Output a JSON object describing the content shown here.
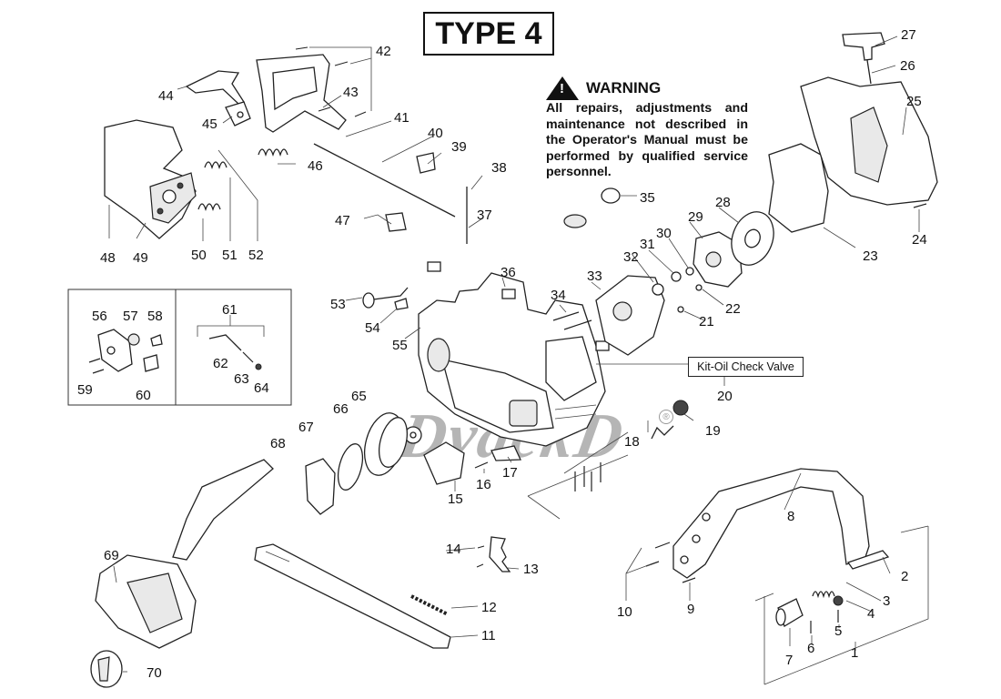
{
  "title": "TYPE 4",
  "warning": {
    "icon": "warning-triangle-icon",
    "heading": "WARNING",
    "text": "All repairs, adjustments and maintenance not described in the Operator's Manual must be performed by qualified service personnel."
  },
  "kit_label": "Kit-Oil Check Valve",
  "watermark": "DyackD",
  "registered_mark": "®",
  "callouts": {
    "c1": "1",
    "c2": "2",
    "c3": "3",
    "c4": "4",
    "c5": "5",
    "c6": "6",
    "c7": "7",
    "c8": "8",
    "c9": "9",
    "c10": "10",
    "c11": "11",
    "c12": "12",
    "c13": "13",
    "c14": "14",
    "c15": "15",
    "c16": "16",
    "c17": "17",
    "c18": "18",
    "c19": "19",
    "c20": "20",
    "c21": "21",
    "c22": "22",
    "c23": "23",
    "c24": "24",
    "c25": "25",
    "c26": "26",
    "c27": "27",
    "c28": "28",
    "c29": "29",
    "c30": "30",
    "c31": "31",
    "c32": "32",
    "c33": "33",
    "c34": "34",
    "c35": "35",
    "c36": "36",
    "c37": "37",
    "c38": "38",
    "c39": "39",
    "c40": "40",
    "c41": "41",
    "c42": "42",
    "c43": "43",
    "c44": "44",
    "c45": "45",
    "c46": "46",
    "c47": "47",
    "c48": "48",
    "c49": "49",
    "c50": "50",
    "c51": "51",
    "c52": "52",
    "c53": "53",
    "c54": "54",
    "c55": "55",
    "c56": "56",
    "c57": "57",
    "c58": "58",
    "c59": "59",
    "c60": "60",
    "c61": "61",
    "c62": "62",
    "c63": "63",
    "c64": "64",
    "c65": "65",
    "c66": "66",
    "c67": "67",
    "c68": "68",
    "c69": "69",
    "c70": "70"
  }
}
